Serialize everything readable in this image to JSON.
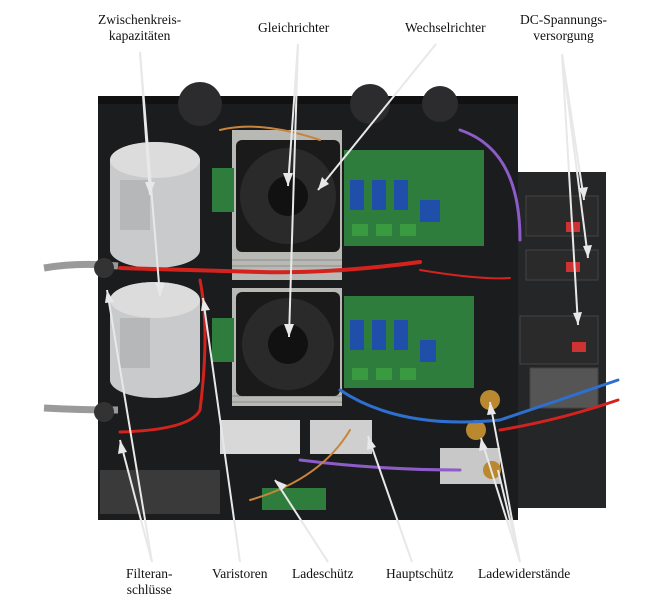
{
  "labels": {
    "zwischenkreis": [
      "Zwischenkreis-",
      "kapazitäten"
    ],
    "gleichrichter": "Gleichrichter",
    "wechselrichter": "Wechselrichter",
    "dc_versorgung": [
      "DC-Spannungs-",
      "versorgung"
    ],
    "filter": [
      "Filteran-",
      "schlüsse"
    ],
    "varistoren": "Varistoren",
    "ladeschuetz": "Ladeschütz",
    "hauptschuetz": "Hauptschütz",
    "ladewiderstaende": "Ladewiderstände"
  },
  "colors": {
    "chassis": "#1b1c1e",
    "heatsink": "#b8b8b4",
    "fan": "#1a1a1a",
    "pcb": "#2e7d3c",
    "relay": "#1f4fa8",
    "capacitor": "#c9cacb",
    "psu": "#2a2a2b",
    "wire_red": "#d4231f",
    "wire_blue": "#2f6fd0",
    "wire_purple": "#8e5cc8",
    "wire_orange": "#c8843a",
    "arrow": "#e8e8e8"
  },
  "icons": [
    "fan-icon",
    "capacitor-icon",
    "relay-icon",
    "power-supply-icon"
  ]
}
